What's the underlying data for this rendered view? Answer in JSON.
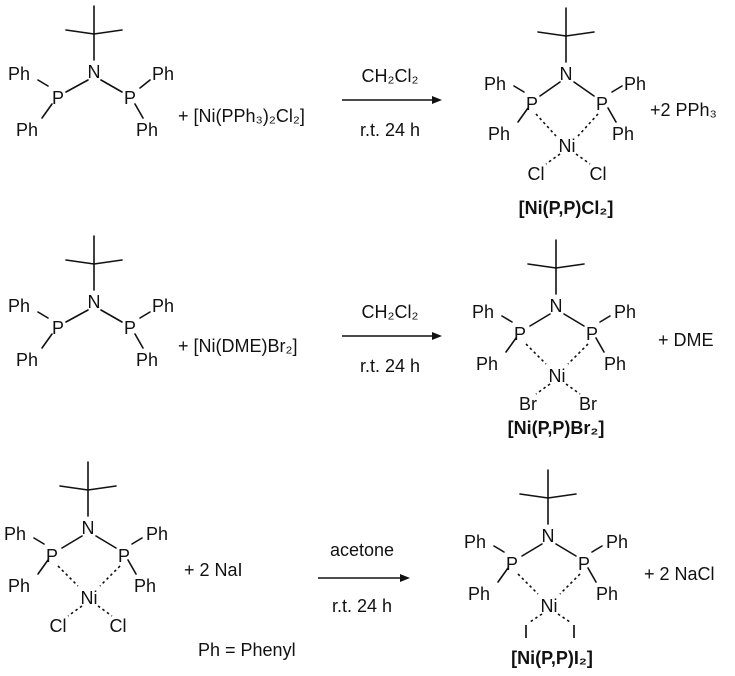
{
  "atoms": {
    "Ph": "Ph",
    "P": "P",
    "N": "N",
    "Ni": "Ni",
    "Cl": "Cl",
    "Br": "Br",
    "I": "I"
  },
  "reactions": [
    {
      "reagent": "+ [Ni(PPh₃)₂Cl₂]",
      "condition_top": "CH₂Cl₂",
      "condition_bottom": "r.t. 24 h",
      "byproduct": "+2 PPh₃",
      "product_name": "[Ni(P,P)Cl₂]",
      "halide": "Cl"
    },
    {
      "reagent": "+ [Ni(DME)Br₂]",
      "condition_top": "CH₂Cl₂",
      "condition_bottom": "r.t. 24 h",
      "byproduct": "+ DME",
      "product_name": "[Ni(P,P)Br₂]",
      "halide": "Br"
    },
    {
      "reagent": "+ 2 NaI",
      "condition_top": "acetone",
      "condition_bottom": "r.t. 24 h",
      "byproduct": "+ 2 NaCl",
      "product_name": "[Ni(P,P)I₂]",
      "halide": "I"
    }
  ],
  "legend": "Ph = Phenyl",
  "colors": {
    "ink": "#111111",
    "background": "#ffffff"
  }
}
